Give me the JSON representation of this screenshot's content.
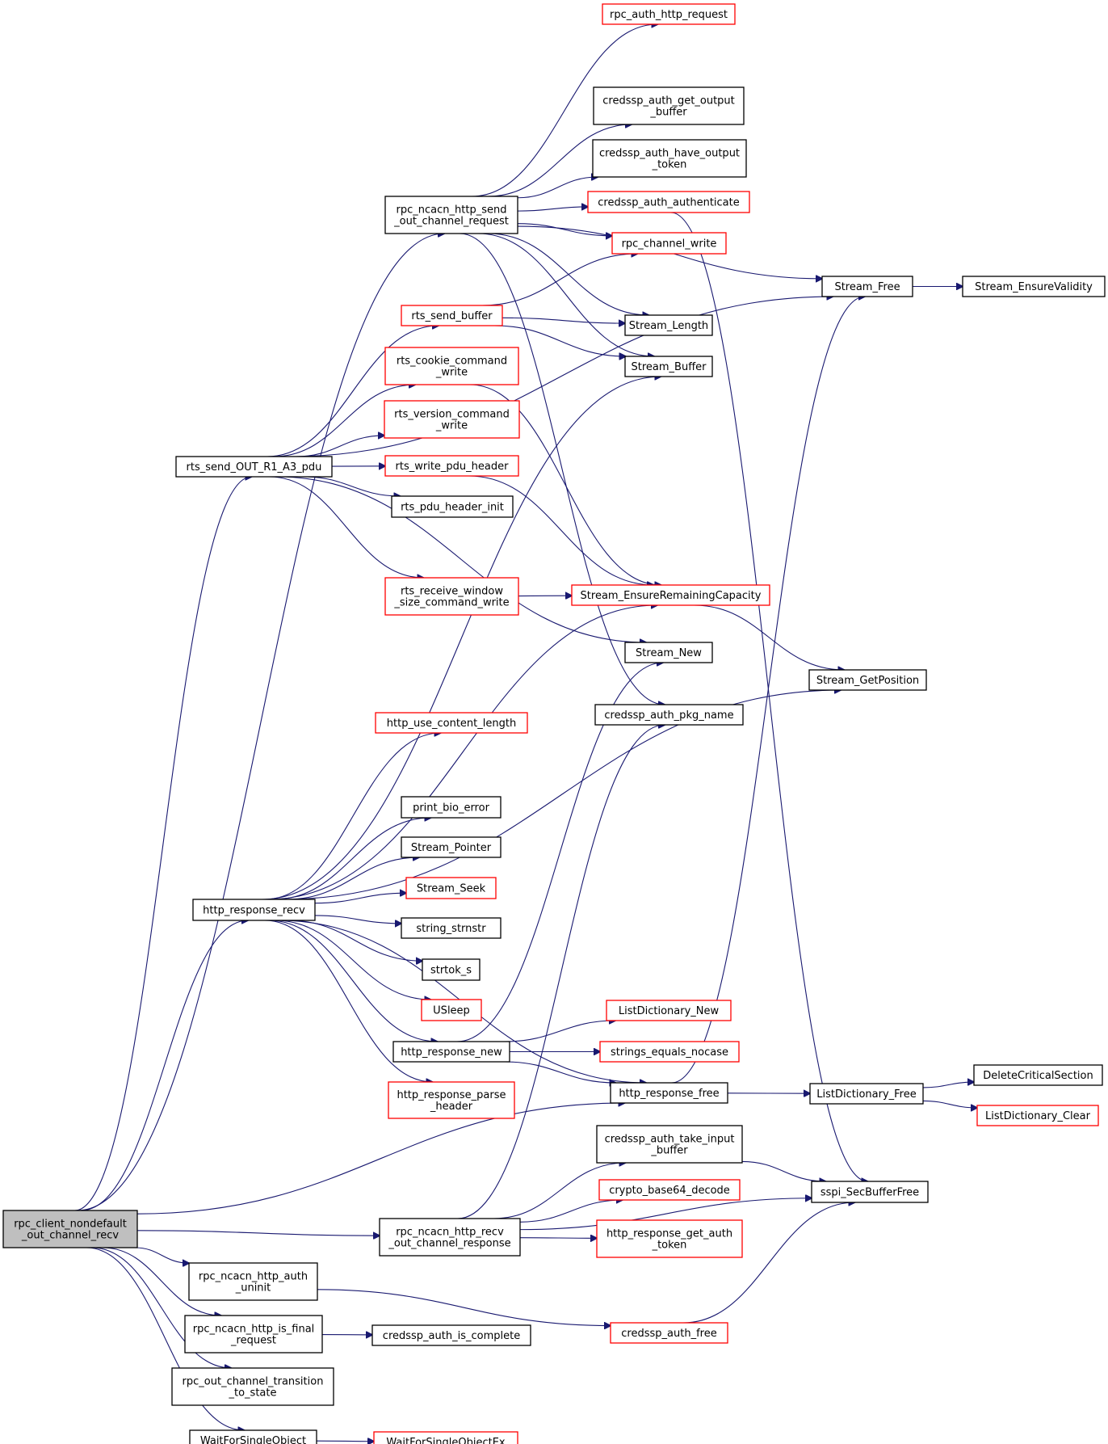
{
  "colors": {
    "edge": "#191970",
    "outline_red": "#ff0000",
    "outline_black": "#000000",
    "root_fill": "#bfbfbf"
  },
  "nodes": [
    {
      "id": "root",
      "lines": [
        "rpc_client_nondefault",
        "_out_channel_recv"
      ],
      "outline": "root"
    },
    {
      "id": "send_ocr",
      "lines": [
        "rpc_ncacn_http_send",
        "_out_channel_request"
      ],
      "outline": "black"
    },
    {
      "id": "rts_out_r1",
      "lines": [
        "rts_send_OUT_R1_A3_pdu"
      ],
      "outline": "black"
    },
    {
      "id": "http_resp_recv",
      "lines": [
        "http_response_recv"
      ],
      "outline": "black"
    },
    {
      "id": "recv_ocr",
      "lines": [
        "rpc_ncacn_http_recv",
        "_out_channel_response"
      ],
      "outline": "black"
    },
    {
      "id": "auth_uninit",
      "lines": [
        "rpc_ncacn_http_auth",
        "_uninit"
      ],
      "outline": "black"
    },
    {
      "id": "is_final",
      "lines": [
        "rpc_ncacn_http_is_final",
        "_request"
      ],
      "outline": "black"
    },
    {
      "id": "transition",
      "lines": [
        "rpc_out_channel_transition",
        "_to_state"
      ],
      "outline": "black"
    },
    {
      "id": "wfso",
      "lines": [
        "WaitForSingleObject"
      ],
      "outline": "black"
    },
    {
      "id": "rpc_auth_http_request",
      "lines": [
        "rpc_auth_http_request"
      ],
      "outline": "red"
    },
    {
      "id": "cred_get_out",
      "lines": [
        "credssp_auth_get_output",
        "_buffer"
      ],
      "outline": "black"
    },
    {
      "id": "cred_have_out",
      "lines": [
        "credssp_auth_have_output",
        "_token"
      ],
      "outline": "black"
    },
    {
      "id": "cred_authenticate",
      "lines": [
        "credssp_auth_authenticate"
      ],
      "outline": "red"
    },
    {
      "id": "rpc_channel_write",
      "lines": [
        "rpc_channel_write"
      ],
      "outline": "red"
    },
    {
      "id": "rts_send_buffer",
      "lines": [
        "rts_send_buffer"
      ],
      "outline": "red"
    },
    {
      "id": "rts_cookie",
      "lines": [
        "rts_cookie_command",
        "_write"
      ],
      "outline": "red"
    },
    {
      "id": "rts_version",
      "lines": [
        "rts_version_command",
        "_write"
      ],
      "outline": "red"
    },
    {
      "id": "rts_write_hdr",
      "lines": [
        "rts_write_pdu_header"
      ],
      "outline": "red"
    },
    {
      "id": "rts_hdr_init",
      "lines": [
        "rts_pdu_header_init"
      ],
      "outline": "black"
    },
    {
      "id": "rts_recv_window",
      "lines": [
        "rts_receive_window",
        "_size_command_write"
      ],
      "outline": "red"
    },
    {
      "id": "stream_length",
      "lines": [
        "Stream_Length"
      ],
      "outline": "black"
    },
    {
      "id": "stream_buffer",
      "lines": [
        "Stream_Buffer"
      ],
      "outline": "black"
    },
    {
      "id": "stream_erc",
      "lines": [
        "Stream_EnsureRemainingCapacity"
      ],
      "outline": "red"
    },
    {
      "id": "stream_new",
      "lines": [
        "Stream_New"
      ],
      "outline": "black"
    },
    {
      "id": "cred_pkg_name",
      "lines": [
        "credssp_auth_pkg_name"
      ],
      "outline": "black"
    },
    {
      "id": "stream_free",
      "lines": [
        "Stream_Free"
      ],
      "outline": "black"
    },
    {
      "id": "stream_ensure_valid",
      "lines": [
        "Stream_EnsureValidity"
      ],
      "outline": "black"
    },
    {
      "id": "stream_getpos",
      "lines": [
        "Stream_GetPosition"
      ],
      "outline": "black"
    },
    {
      "id": "http_use_cl",
      "lines": [
        "http_use_content_length"
      ],
      "outline": "red"
    },
    {
      "id": "print_bio_error",
      "lines": [
        "print_bio_error"
      ],
      "outline": "black"
    },
    {
      "id": "stream_pointer",
      "lines": [
        "Stream_Pointer"
      ],
      "outline": "black"
    },
    {
      "id": "stream_seek",
      "lines": [
        "Stream_Seek"
      ],
      "outline": "red"
    },
    {
      "id": "string_strnstr",
      "lines": [
        "string_strnstr"
      ],
      "outline": "black"
    },
    {
      "id": "strtok_s",
      "lines": [
        "strtok_s"
      ],
      "outline": "black"
    },
    {
      "id": "usleep",
      "lines": [
        "USleep"
      ],
      "outline": "red"
    },
    {
      "id": "http_resp_new",
      "lines": [
        "http_response_new"
      ],
      "outline": "black"
    },
    {
      "id": "http_parse_hdr",
      "lines": [
        "http_response_parse",
        "_header"
      ],
      "outline": "red"
    },
    {
      "id": "listdict_new",
      "lines": [
        "ListDictionary_New"
      ],
      "outline": "red"
    },
    {
      "id": "strings_eq_nocase",
      "lines": [
        "strings_equals_nocase"
      ],
      "outline": "red"
    },
    {
      "id": "http_resp_free",
      "lines": [
        "http_response_free"
      ],
      "outline": "black"
    },
    {
      "id": "listdict_free",
      "lines": [
        "ListDictionary_Free"
      ],
      "outline": "black"
    },
    {
      "id": "delete_cs",
      "lines": [
        "DeleteCriticalSection"
      ],
      "outline": "black"
    },
    {
      "id": "listdict_clear",
      "lines": [
        "ListDictionary_Clear"
      ],
      "outline": "red"
    },
    {
      "id": "cred_take_input",
      "lines": [
        "credssp_auth_take_input",
        "_buffer"
      ],
      "outline": "black"
    },
    {
      "id": "crypto_b64",
      "lines": [
        "crypto_base64_decode"
      ],
      "outline": "red"
    },
    {
      "id": "http_get_auth",
      "lines": [
        "http_response_get_auth",
        "_token"
      ],
      "outline": "red"
    },
    {
      "id": "sspi_free",
      "lines": [
        "sspi_SecBufferFree"
      ],
      "outline": "black"
    },
    {
      "id": "cred_free",
      "lines": [
        "credssp_auth_free"
      ],
      "outline": "red"
    },
    {
      "id": "cred_is_complete",
      "lines": [
        "credssp_auth_is_complete"
      ],
      "outline": "black"
    },
    {
      "id": "wfso_ex",
      "lines": [
        "WaitForSingleObjectEx"
      ],
      "outline": "red"
    }
  ],
  "edges": [
    [
      "root",
      "send_ocr"
    ],
    [
      "root",
      "rts_out_r1"
    ],
    [
      "root",
      "http_resp_recv"
    ],
    [
      "root",
      "http_resp_free"
    ],
    [
      "root",
      "recv_ocr"
    ],
    [
      "root",
      "auth_uninit"
    ],
    [
      "root",
      "is_final"
    ],
    [
      "root",
      "transition"
    ],
    [
      "root",
      "wfso"
    ],
    [
      "send_ocr",
      "rpc_auth_http_request"
    ],
    [
      "send_ocr",
      "stream_free"
    ],
    [
      "send_ocr",
      "cred_get_out"
    ],
    [
      "send_ocr",
      "cred_have_out"
    ],
    [
      "send_ocr",
      "cred_authenticate"
    ],
    [
      "send_ocr",
      "rpc_channel_write"
    ],
    [
      "send_ocr",
      "stream_length"
    ],
    [
      "send_ocr",
      "stream_buffer"
    ],
    [
      "send_ocr",
      "cred_pkg_name"
    ],
    [
      "rts_out_r1",
      "rts_send_buffer"
    ],
    [
      "rts_out_r1",
      "stream_free"
    ],
    [
      "rts_out_r1",
      "rts_cookie"
    ],
    [
      "rts_out_r1",
      "rts_version"
    ],
    [
      "rts_out_r1",
      "rts_write_hdr"
    ],
    [
      "rts_out_r1",
      "rts_hdr_init"
    ],
    [
      "rts_out_r1",
      "rts_recv_window"
    ],
    [
      "rts_out_r1",
      "stream_new"
    ],
    [
      "rts_send_buffer",
      "rpc_channel_write"
    ],
    [
      "rts_send_buffer",
      "stream_length"
    ],
    [
      "rts_send_buffer",
      "stream_buffer"
    ],
    [
      "rts_cookie",
      "stream_erc"
    ],
    [
      "rts_write_hdr",
      "stream_erc"
    ],
    [
      "rts_recv_window",
      "stream_erc"
    ],
    [
      "stream_erc",
      "stream_getpos"
    ],
    [
      "cred_authenticate",
      "sspi_free"
    ],
    [
      "stream_free",
      "stream_ensure_valid"
    ],
    [
      "http_resp_recv",
      "stream_buffer"
    ],
    [
      "http_resp_recv",
      "stream_erc"
    ],
    [
      "http_resp_recv",
      "http_use_cl"
    ],
    [
      "http_resp_recv",
      "stream_getpos"
    ],
    [
      "http_resp_recv",
      "print_bio_error"
    ],
    [
      "http_resp_recv",
      "stream_pointer"
    ],
    [
      "http_resp_recv",
      "stream_seek"
    ],
    [
      "http_resp_recv",
      "string_strnstr"
    ],
    [
      "http_resp_recv",
      "strtok_s"
    ],
    [
      "http_resp_recv",
      "usleep"
    ],
    [
      "http_resp_recv",
      "http_resp_new"
    ],
    [
      "http_resp_recv",
      "http_parse_hdr"
    ],
    [
      "http_resp_recv",
      "http_resp_free"
    ],
    [
      "http_resp_new",
      "stream_new"
    ],
    [
      "http_resp_new",
      "listdict_new"
    ],
    [
      "http_resp_new",
      "strings_eq_nocase"
    ],
    [
      "http_resp_new",
      "http_resp_free"
    ],
    [
      "http_resp_free",
      "stream_free"
    ],
    [
      "http_resp_free",
      "listdict_free"
    ],
    [
      "listdict_free",
      "delete_cs"
    ],
    [
      "listdict_free",
      "listdict_clear"
    ],
    [
      "recv_ocr",
      "cred_pkg_name"
    ],
    [
      "recv_ocr",
      "cred_take_input"
    ],
    [
      "recv_ocr",
      "crypto_b64"
    ],
    [
      "recv_ocr",
      "http_get_auth"
    ],
    [
      "recv_ocr",
      "sspi_free"
    ],
    [
      "cred_take_input",
      "sspi_free"
    ],
    [
      "auth_uninit",
      "cred_free"
    ],
    [
      "cred_free",
      "sspi_free"
    ],
    [
      "is_final",
      "cred_is_complete"
    ],
    [
      "wfso",
      "wfso_ex"
    ]
  ]
}
